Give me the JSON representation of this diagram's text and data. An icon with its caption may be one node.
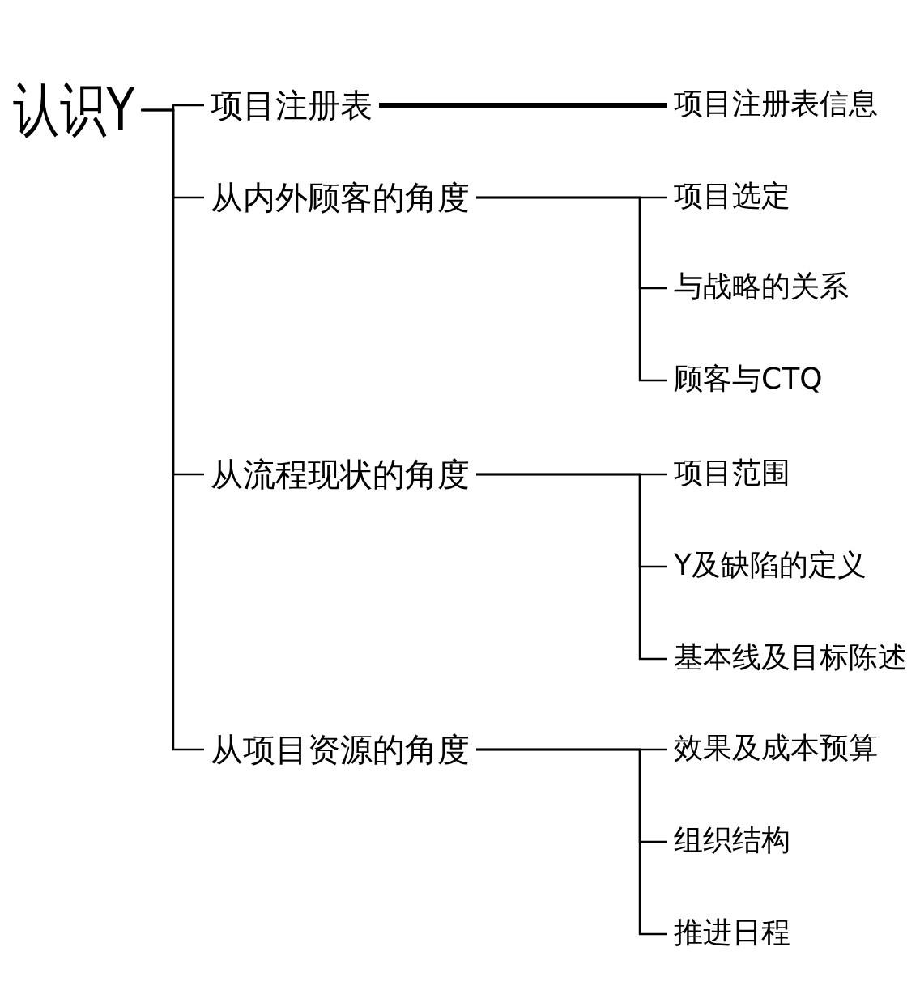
{
  "diagram": {
    "nodes": [
      {
        "text": [
          "认识Y"
        ]
      },
      {
        "text": [
          "项目注册表"
        ]
      },
      {
        "text": [
          "从内外顾客的角度"
        ]
      },
      {
        "text": [
          "从流程现状的角度"
        ]
      },
      {
        "text": [
          "从项目资源的角度"
        ]
      },
      {
        "text": [
          "项目注册表信息"
        ]
      },
      {
        "text": [
          "项目选定"
        ]
      },
      {
        "text": [
          "与战略的关系"
        ]
      },
      {
        "text": [
          "顾客与CTQ"
        ]
      },
      {
        "text": [
          "项目范围"
        ]
      },
      {
        "text": [
          "Y及缺陷的定义"
        ]
      },
      {
        "text": [
          "基本线及目标陈述"
        ]
      },
      {
        "text": [
          "效果及成本预算"
        ]
      },
      {
        "text": [
          "组织结构"
        ]
      },
      {
        "text": [
          "推进日程"
        ]
      }
    ],
    "edges": [
      {
        "from": 0,
        "to": 1,
        "arrow": "none"
      },
      {
        "from": 0,
        "to": 2,
        "arrow": "none"
      },
      {
        "from": 0,
        "to": 3,
        "arrow": "none"
      },
      {
        "from": 0,
        "to": 4,
        "arrow": "none"
      },
      {
        "from": 1,
        "to": 5,
        "arrow": "none",
        "style": "thick"
      },
      {
        "from": 2,
        "to": 6,
        "arrow": "none"
      },
      {
        "from": 2,
        "to": 7,
        "arrow": "none"
      },
      {
        "from": 2,
        "to": 8,
        "arrow": "none"
      },
      {
        "from": 3,
        "to": 9,
        "arrow": "none"
      },
      {
        "from": 3,
        "to": 10,
        "arrow": "none"
      },
      {
        "from": 3,
        "to": 11,
        "arrow": "none"
      },
      {
        "from": 4,
        "to": 12,
        "arrow": "none"
      },
      {
        "from": 4,
        "to": 13,
        "arrow": "none"
      },
      {
        "from": 4,
        "to": 14,
        "arrow": "none"
      }
    ]
  }
}
